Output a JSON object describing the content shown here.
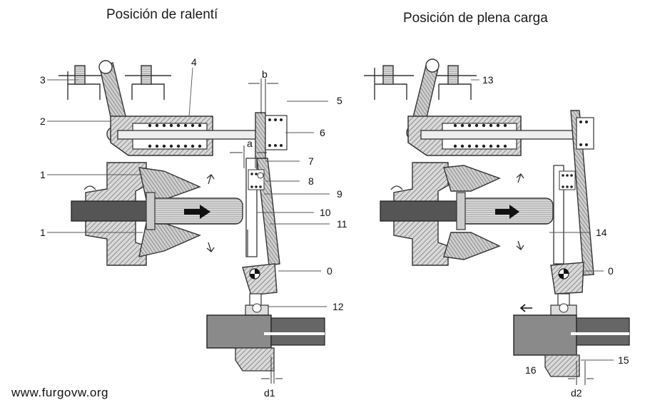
{
  "titles": {
    "idle": "Posición de ralentí",
    "full_load": "Posición de plena carga"
  },
  "watermark": "www.furgovw.org",
  "labels_idle": {
    "l1a": "1",
    "l1b": "1",
    "l2": "2",
    "l3": "3",
    "l4": "4",
    "l5": "5",
    "l6": "6",
    "l7": "7",
    "l8": "8",
    "l9": "9",
    "l10": "10",
    "l11": "11",
    "l0": "0",
    "l12": "12",
    "la": "a",
    "lb": "b",
    "ld1": "d1"
  },
  "labels_full": {
    "l13": "13",
    "l14": "14",
    "l0": "0",
    "l15": "15",
    "l16": "16",
    "ld2": "d2"
  },
  "colors": {
    "ink": "#222222",
    "hatch": "#8a8a8a",
    "dark_shaft": "#555555",
    "mid_fill": "#b8b8b8"
  }
}
